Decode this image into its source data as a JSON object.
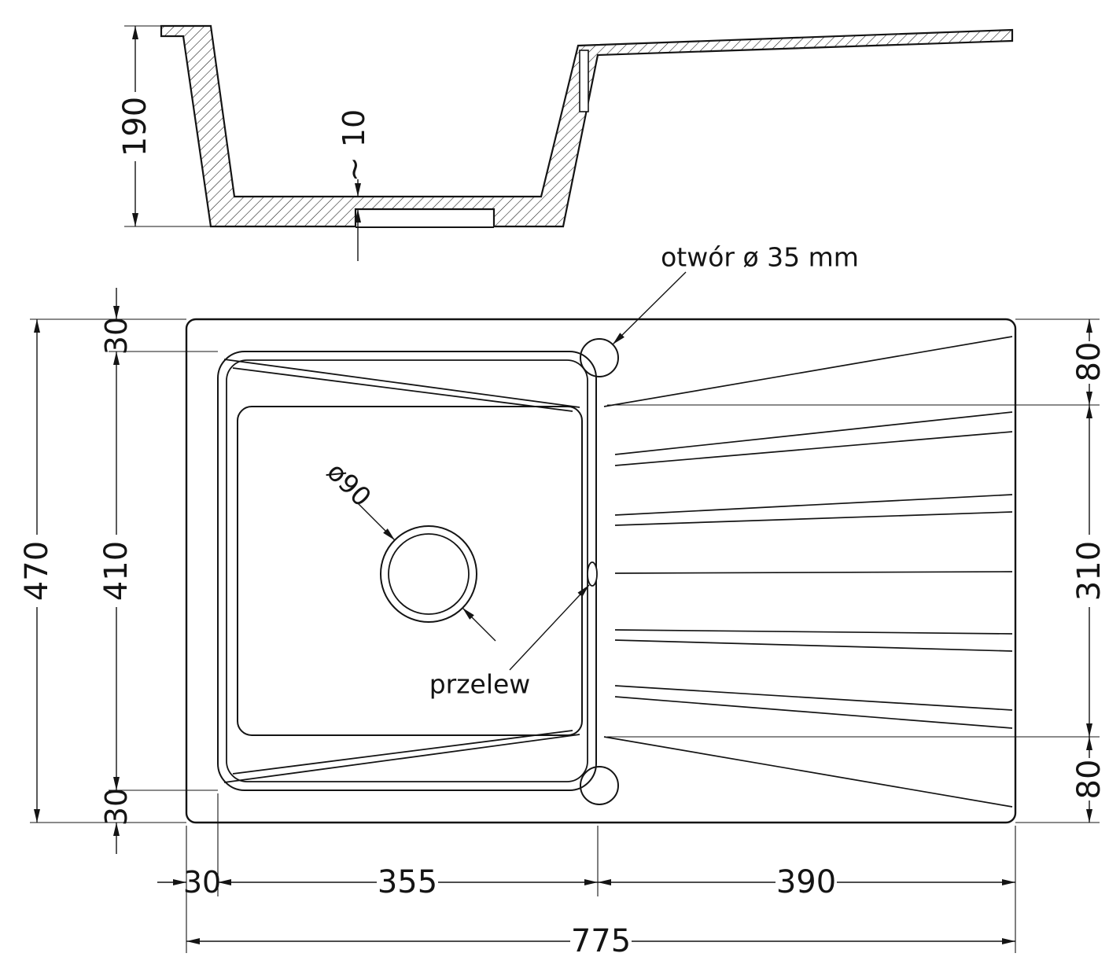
{
  "drawing": {
    "section": {
      "depth": "190",
      "bottom_thickness": "~ 10"
    },
    "plan": {
      "total_height": "470",
      "bowl_height": "410",
      "edge_top": "30",
      "edge_bottom": "30",
      "right_top": "80",
      "drainer_height": "310",
      "right_bottom": "80",
      "edge_left_width": "30",
      "bowl_width": "355",
      "drainer_width": "390",
      "total_width": "775",
      "drain_label": "ø90",
      "tap_hole_label": "otwór ø 35 mm",
      "overflow_label": "przelew"
    },
    "colors": {
      "ink": "#141414",
      "paper": "#ffffff"
    }
  }
}
